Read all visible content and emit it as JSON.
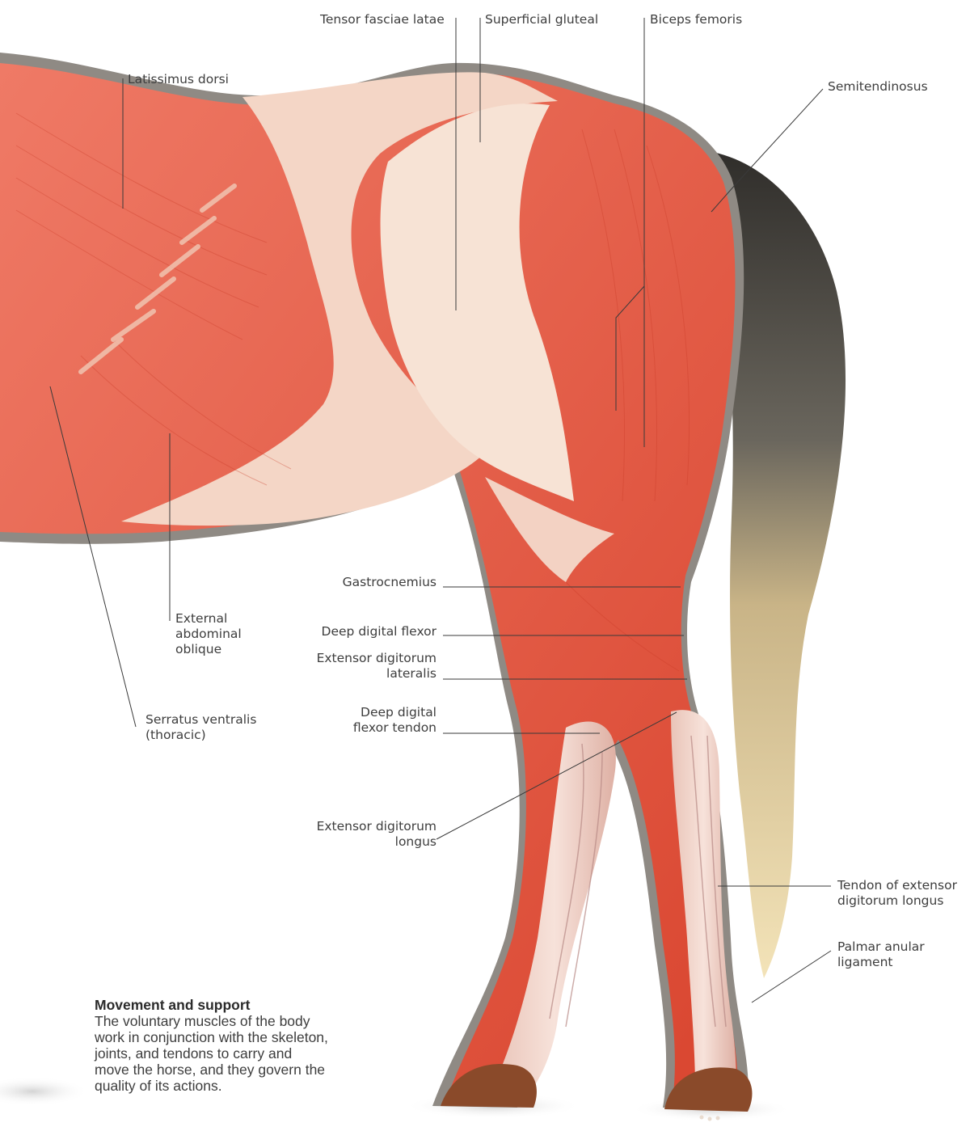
{
  "labels": {
    "tensor_fasciae_latae": "Tensor fasciae latae",
    "superficial_gluteal": "Superficial gluteal",
    "biceps_femoris": "Biceps femoris",
    "latissimus_dorsi": "Latissimus dorsi",
    "semitendinosus": "Semitendinosus",
    "external_abdominal_oblique": [
      "External",
      "abdominal",
      "oblique"
    ],
    "serratus_ventralis": [
      "Serratus ventralis",
      "(thoracic)"
    ],
    "gastrocnemius": "Gastrocnemius",
    "deep_digital_flexor": "Deep digital flexor",
    "extensor_digitorum_lateralis": [
      "Extensor digitorum",
      "lateralis"
    ],
    "deep_digital_flexor_tendon": [
      "Deep digital",
      "flexor tendon"
    ],
    "extensor_digitorum_longus": [
      "Extensor digitorum",
      "longus"
    ],
    "tendon_extensor_digitorum_longus": [
      "Tendon of extensor",
      "digitorum longus"
    ],
    "palmar_anular_ligament": [
      "Palmar anular",
      "ligament"
    ]
  },
  "caption": {
    "title": "Movement and support",
    "body": "The voluntary muscles of the body work in conjunction with the skeleton, joints, and tendons to carry and move the horse, and they govern the quality of its actions."
  },
  "colors": {
    "muscle": "#e8604c",
    "muscle_dark": "#d9452f",
    "fascia": "#f6dccd",
    "tendon": "#f1d6cc",
    "hide_outline": "#8a8580",
    "tail_dark": "#3c3a36",
    "tail_light": "#e6cf96",
    "hoof": "#8a4a2a",
    "leader_line": "#3a3a3a"
  }
}
